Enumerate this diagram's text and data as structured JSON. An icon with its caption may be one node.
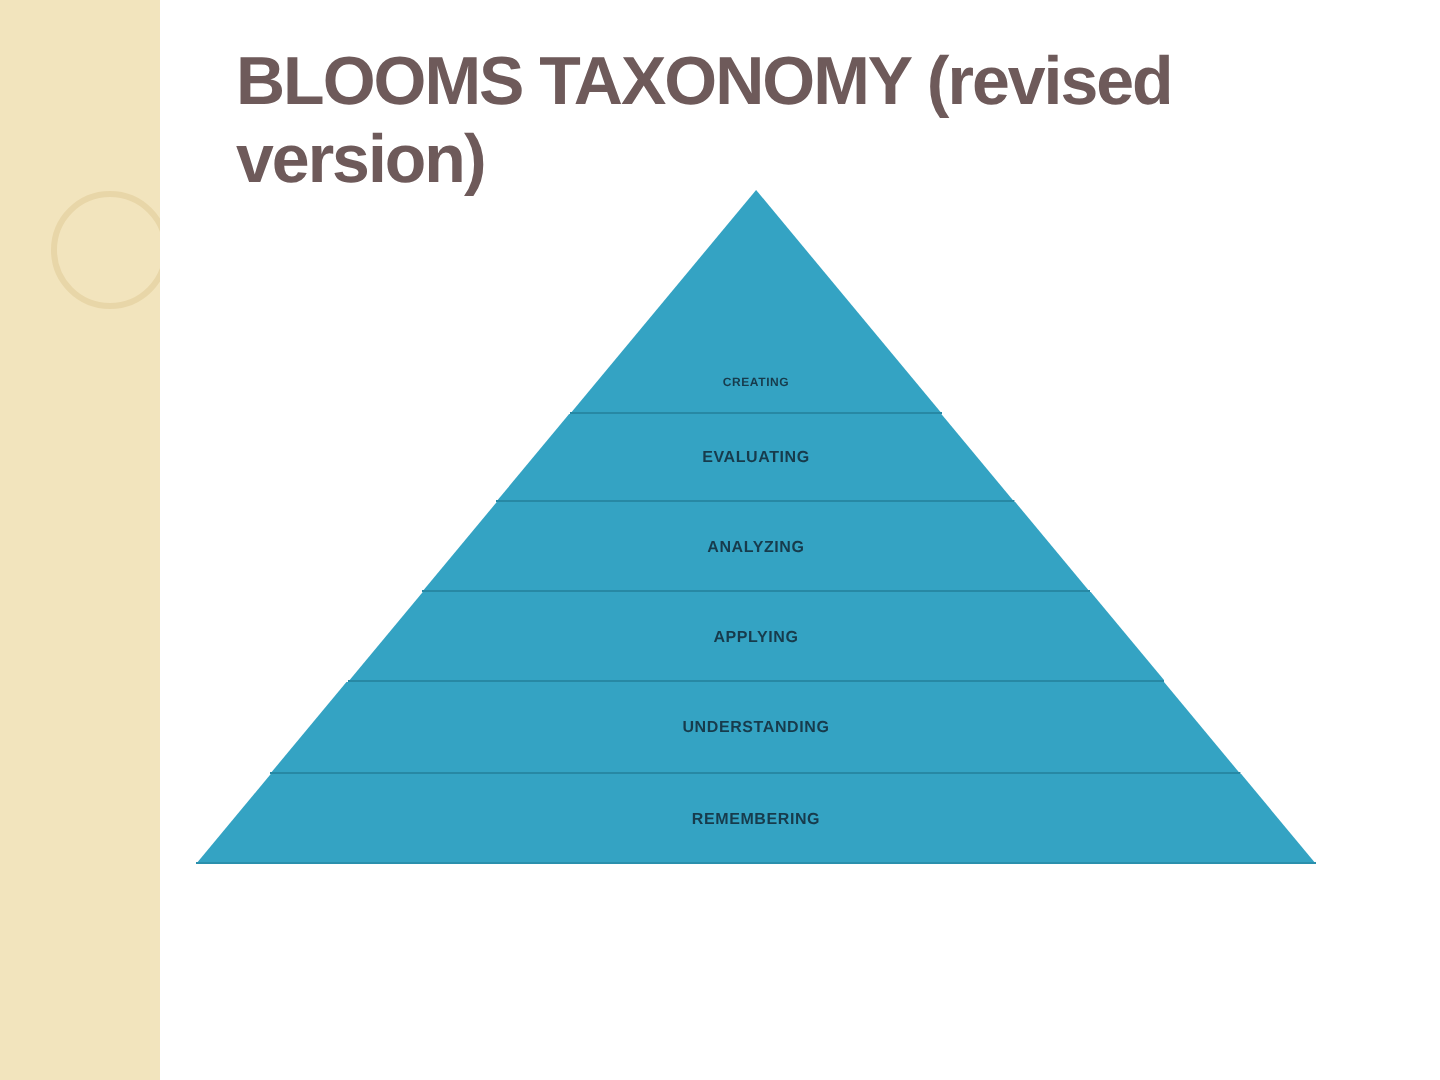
{
  "diagram": {
    "title": "BLOOMS TAXONOMY (revised version)",
    "nodes": [
      {
        "text": [
          "CREATING"
        ]
      },
      {
        "text": [
          "EVALUATING"
        ]
      },
      {
        "text": [
          "ANALYZING"
        ]
      },
      {
        "text": [
          "APPLYING"
        ]
      },
      {
        "text": [
          "UNDERSTANDING"
        ]
      },
      {
        "text": [
          "REMEMBERING"
        ]
      }
    ]
  }
}
